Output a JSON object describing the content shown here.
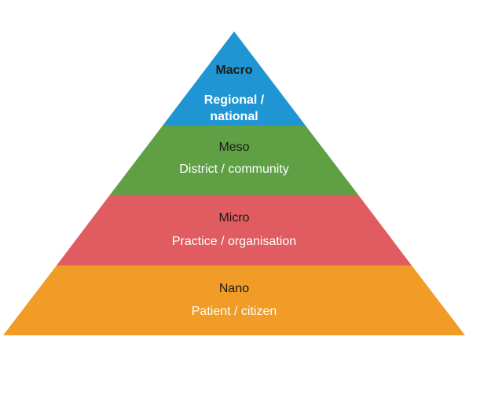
{
  "pyramid": {
    "description": "Four-level pyramid of health system scales",
    "title_text_color": "#1a1a1a",
    "subtitle_text_color": "#ffffff",
    "background_color": "#ffffff",
    "levels": [
      {
        "name": "Macro",
        "sublabel": "Regional / national",
        "sublabel_line1": "Regional /",
        "sublabel_line2": "national",
        "color": "#2095d3"
      },
      {
        "name": "Meso",
        "sublabel": "District / community",
        "color": "#5fa044"
      },
      {
        "name": "Micro",
        "sublabel": "Practice / organisation",
        "color": "#e05c60"
      },
      {
        "name": "Nano",
        "sublabel": "Patient / citizen",
        "color": "#f09c26"
      }
    ]
  }
}
